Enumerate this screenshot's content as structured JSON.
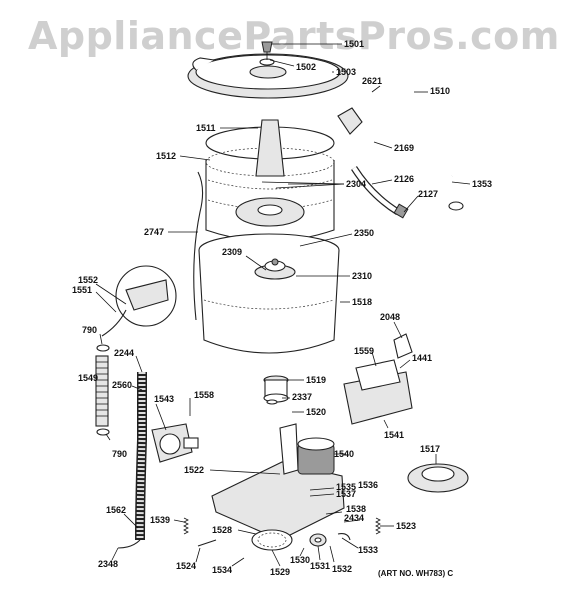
{
  "watermark": "AppliancePartsPros.com",
  "art_number": "(ART NO. WH783) C",
  "callouts": {
    "c1501": "1501",
    "c1502": "1502",
    "c1503": "1503",
    "c2621": "2621",
    "c1510": "1510",
    "c1511": "1511",
    "c2169": "2169",
    "c1512": "1512",
    "c2304": "2304",
    "c2126": "2126",
    "c1353": "1353",
    "c2127": "2127",
    "c2350": "2350",
    "c2747": "2747",
    "c2309": "2309",
    "c2310": "2310",
    "c1552": "1552",
    "c1551": "1551",
    "c1518": "1518",
    "c2048": "2048",
    "c790a": "790",
    "c2244": "2244",
    "c1559": "1559",
    "c1441": "1441",
    "c1549": "1549",
    "c2560": "2560",
    "c1519": "1519",
    "c1543": "1543",
    "c1558": "1558",
    "c2337": "2337",
    "c1520": "1520",
    "c790b": "790",
    "c1541": "1541",
    "c1517": "1517",
    "c1540": "1540",
    "c1522": "1522",
    "c1535": "1535",
    "c1536": "1536",
    "c1537": "1537",
    "c1562": "1562",
    "c1539": "1539",
    "c1538": "1538",
    "c2434": "2434",
    "c1523": "1523",
    "c1528": "1528",
    "c1533": "1533",
    "c2348": "2348",
    "c1524": "1524",
    "c1534": "1534",
    "c1529": "1529",
    "c1530": "1530",
    "c1531": "1531",
    "c1532": "1532"
  }
}
